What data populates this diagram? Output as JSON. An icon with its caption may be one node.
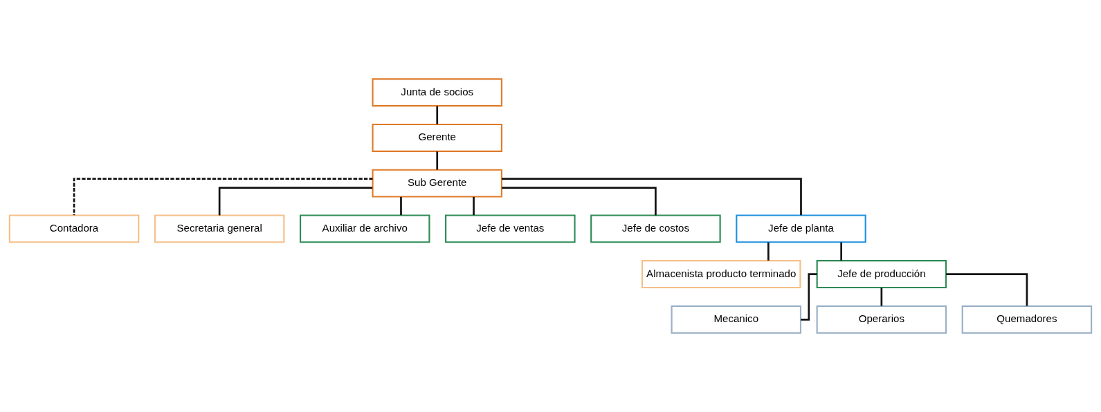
{
  "diagram": {
    "nodes": [
      {
        "text": [
          "Junta de socios"
        ]
      },
      {
        "text": [
          "Gerente"
        ]
      },
      {
        "text": [
          "Sub Gerente"
        ]
      },
      {
        "text": [
          "Contadora"
        ]
      },
      {
        "text": [
          "Secretaria general"
        ]
      },
      {
        "text": [
          "Auxiliar de archivo"
        ]
      },
      {
        "text": [
          "Jefe de ventas"
        ]
      },
      {
        "text": [
          "Jefe de costos"
        ]
      },
      {
        "text": [
          "Jefe de planta"
        ]
      },
      {
        "text": [
          "Almacenista producto terminado"
        ]
      },
      {
        "text": [
          "Jefe de producción"
        ]
      },
      {
        "text": [
          "Mecanico"
        ]
      },
      {
        "text": [
          "Operarios"
        ]
      },
      {
        "text": [
          "Quemadores"
        ]
      }
    ],
    "edges": [
      {
        "from": 0,
        "to": 1,
        "arrow": "none"
      },
      {
        "from": 1,
        "to": 2,
        "arrow": "none"
      },
      {
        "from": 2,
        "to": 3,
        "arrow": "none",
        "style": "dashed"
      },
      {
        "from": 2,
        "to": 4,
        "arrow": "none"
      },
      {
        "from": 2,
        "to": 5,
        "arrow": "none"
      },
      {
        "from": 2,
        "to": 6,
        "arrow": "none"
      },
      {
        "from": 2,
        "to": 7,
        "arrow": "none"
      },
      {
        "from": 2,
        "to": 8,
        "arrow": "none"
      },
      {
        "from": 8,
        "to": 9,
        "arrow": "none"
      },
      {
        "from": 8,
        "to": 10,
        "arrow": "none"
      },
      {
        "from": 10,
        "to": 11,
        "arrow": "none"
      },
      {
        "from": 10,
        "to": 12,
        "arrow": "none"
      },
      {
        "from": 10,
        "to": 13,
        "arrow": "none"
      }
    ]
  }
}
